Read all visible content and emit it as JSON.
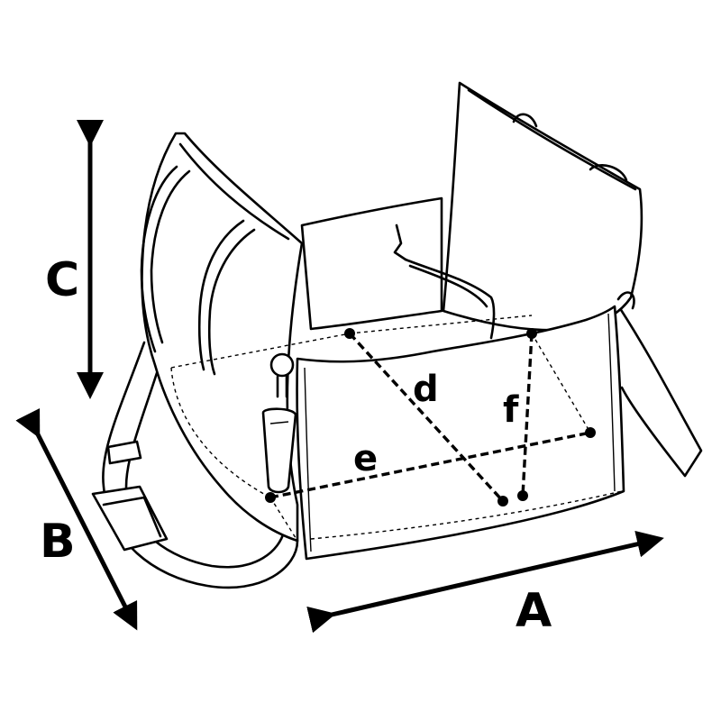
{
  "labels": {
    "A": "A",
    "B": "B",
    "C": "C",
    "d": "d",
    "e": "e",
    "f": "f"
  },
  "colors": {
    "ink": "#000000",
    "background": "#ffffff"
  }
}
